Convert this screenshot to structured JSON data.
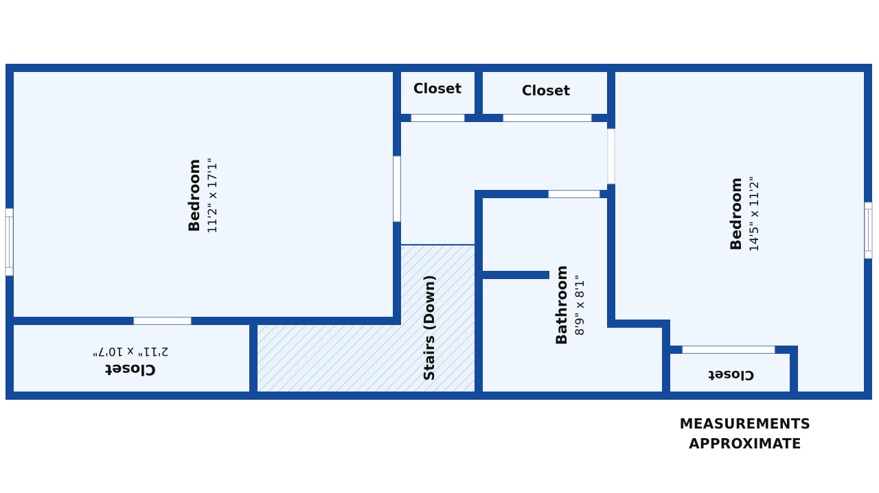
{
  "colors": {
    "wall": "#134a9c",
    "floor": "#eff6fd",
    "opening": "#ffffff",
    "hatch": "#9fb3c8",
    "text": "#111111",
    "background": "#ffffff"
  },
  "rooms": [
    {
      "id": "bedroom-left",
      "name": "Bedroom",
      "dimensions": "11'2\" x 17'1\"",
      "orientation": "rotated-90-ccw"
    },
    {
      "id": "closet-top-1",
      "name": "Closet",
      "dimensions": "",
      "orientation": "horizontal"
    },
    {
      "id": "closet-top-2",
      "name": "Closet",
      "dimensions": "",
      "orientation": "horizontal"
    },
    {
      "id": "bedroom-right",
      "name": "Bedroom",
      "dimensions": "14'5\" x 11'2\"",
      "orientation": "rotated-90-ccw"
    },
    {
      "id": "closet-bottom-left",
      "name": "Closet",
      "dimensions": "2'11\" x 10'7\"",
      "orientation": "upside-down"
    },
    {
      "id": "stairs",
      "name": "Stairs (Down)",
      "dimensions": "",
      "orientation": "rotated-90-ccw"
    },
    {
      "id": "bathroom",
      "name": "Bathroom",
      "dimensions": "8'9\" x 8'1\"",
      "orientation": "rotated-90-ccw"
    },
    {
      "id": "closet-bottom-right",
      "name": "Closet",
      "dimensions": "",
      "orientation": "upside-down"
    }
  ],
  "note": {
    "line1": "MEASUREMENTS",
    "line2": "APPROXIMATE"
  }
}
